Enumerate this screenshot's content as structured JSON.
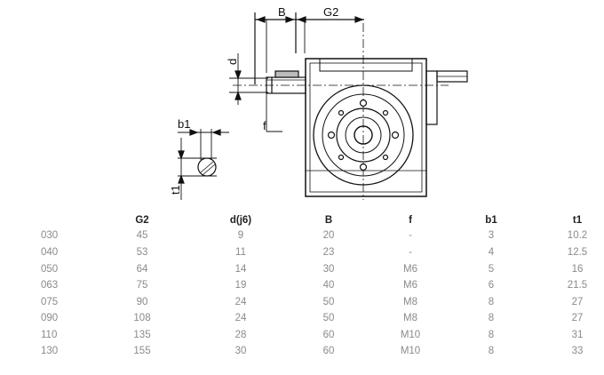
{
  "drawing": {
    "labels": {
      "B": "B",
      "G2": "G2",
      "d": "d",
      "f": "f",
      "b1": "b1",
      "t1": "t1"
    }
  },
  "table": {
    "headers": [
      "",
      "G2",
      "d(j6)",
      "B",
      "f",
      "b1",
      "t1"
    ],
    "rows": [
      [
        "030",
        "45",
        "9",
        "20",
        "-",
        "3",
        "10.2"
      ],
      [
        "040",
        "53",
        "11",
        "23",
        "-",
        "4",
        "12.5"
      ],
      [
        "050",
        "64",
        "14",
        "30",
        "M6",
        "5",
        "16"
      ],
      [
        "063",
        "75",
        "19",
        "40",
        "M6",
        "6",
        "21.5"
      ],
      [
        "075",
        "90",
        "24",
        "50",
        "M8",
        "8",
        "27"
      ],
      [
        "090",
        "108",
        "24",
        "50",
        "M8",
        "8",
        "27"
      ],
      [
        "110",
        "135",
        "28",
        "60",
        "M10",
        "8",
        "31"
      ],
      [
        "130",
        "155",
        "30",
        "60",
        "M10",
        "8",
        "33"
      ]
    ]
  }
}
